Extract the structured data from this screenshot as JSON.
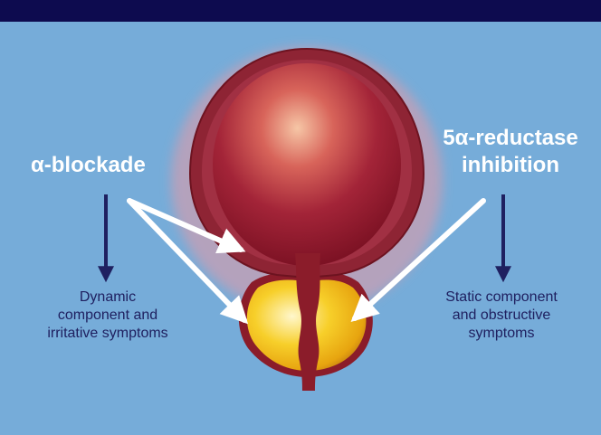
{
  "left_therapy": {
    "symbol": "α",
    "label": "-blockade"
  },
  "right_therapy": {
    "line1_prefix": "5",
    "line1_symbol": "α",
    "line1_rest": "-reductase",
    "line2": "inhibition"
  },
  "left_effect": {
    "lines": [
      "Dynamic",
      "component and",
      "irritative symptoms"
    ]
  },
  "right_effect": {
    "lines": [
      "Static component",
      "and obstructive",
      "symptoms"
    ]
  },
  "colors": {
    "background": "#76acd9",
    "top_bar": "#0d0b4f",
    "label_text": "#ffffff",
    "effect_text": "#1f2060",
    "arrow_dark": "#1f2060",
    "bladder": "#8c1c2c",
    "prostate": "#f2c21c"
  },
  "icons": [
    "white-pointer-arrow",
    "dark-down-arrow"
  ]
}
